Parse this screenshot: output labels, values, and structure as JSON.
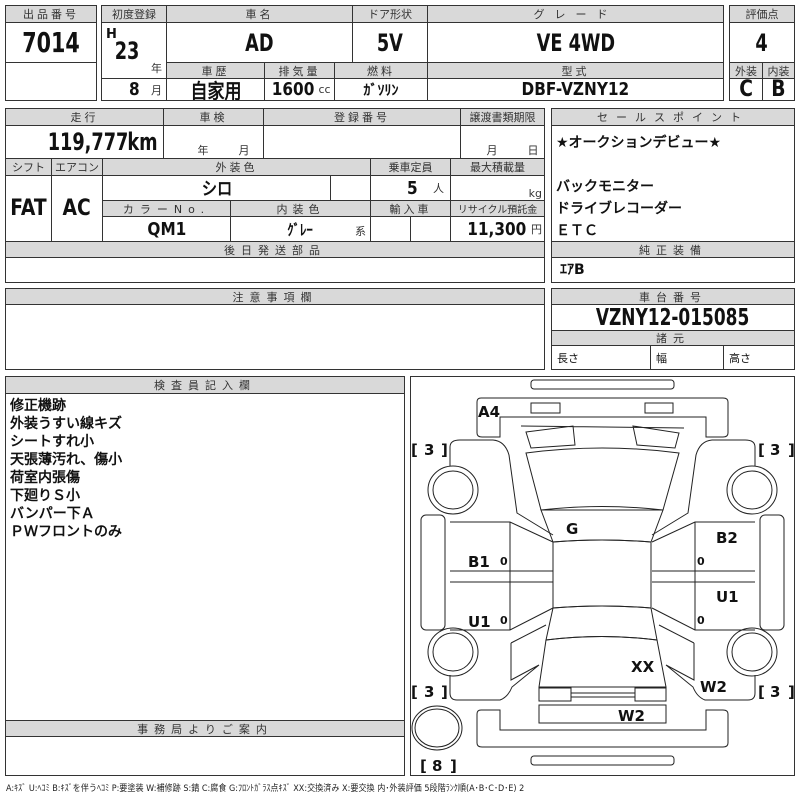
{
  "lot": {
    "label": "出品番号",
    "value": "7014"
  },
  "first_reg": {
    "label": "初度登録",
    "era": "H",
    "year": "23",
    "year_unit": "年",
    "month": "8",
    "month_unit": "月"
  },
  "car_name": {
    "label": "車名",
    "value": "AD"
  },
  "door": {
    "label": "ドア形状",
    "value": "5V"
  },
  "grade": {
    "label": "グレード",
    "value": "VE 4WD"
  },
  "score": {
    "label": "評価点",
    "value": "4",
    "ext_label": "外装",
    "ext": "C",
    "int_label": "内装",
    "int": "B"
  },
  "history": {
    "label": "車歴",
    "value": "自家用"
  },
  "displacement": {
    "label": "排気量",
    "value": "1600",
    "unit": "cc"
  },
  "fuel": {
    "label": "燃料",
    "value": "ｶﾞｿﾘﾝ"
  },
  "model": {
    "label": "型式",
    "value": "DBF-VZNY12"
  },
  "mileage": {
    "label": "走行",
    "value": "119,777",
    "unit": "km"
  },
  "inspection": {
    "label": "車検",
    "year_unit": "年",
    "month_unit": "月"
  },
  "registration": {
    "label": "登録番号"
  },
  "transfer": {
    "label": "譲渡書類期限",
    "month_unit": "月",
    "day_unit": "日"
  },
  "shift": {
    "label": "シフト",
    "value": "FAT"
  },
  "ac": {
    "label": "エアコン",
    "value": "AC"
  },
  "ext_color": {
    "label": "外装色",
    "value": "シロ"
  },
  "capacity": {
    "label": "乗車定員",
    "value": "5",
    "unit": "人"
  },
  "max_load": {
    "label": "最大積載量",
    "unit": "kg"
  },
  "color_no": {
    "label": "カラーNo.",
    "value": "QM1"
  },
  "int_color": {
    "label": "内装色",
    "value": "ｸﾞﾚｰ",
    "suffix": "系"
  },
  "import": {
    "label": "輸入車"
  },
  "recycle": {
    "label": "リサイクル預託金",
    "value": "11,300",
    "unit": "円"
  },
  "later_parts": {
    "label": "後日発送部品"
  },
  "sales_points": {
    "label": "セールスポイント",
    "lines": [
      "★オークションデビュー★",
      "",
      "バックモニター",
      "ドライブレコーダー",
      "ＥＴＣ"
    ]
  },
  "genuine_equipment": {
    "label": "純正装備",
    "value": "ｴｱB"
  },
  "caution": {
    "label": "注意事項欄"
  },
  "chassis": {
    "label": "車台番号",
    "value": "VZNY12-015085",
    "specs_label": "諸元",
    "length": "長さ",
    "width": "幅",
    "height": "高さ"
  },
  "inspector": {
    "label": "検査員記入欄",
    "lines": [
      "修正機跡",
      "外装うすい線キズ",
      "シートすれ小",
      "天張薄汚れ、傷小",
      "荷室内張傷",
      "下廻りＳ小",
      "バンパー下Ａ",
      "ＰＷフロントのみ"
    ]
  },
  "office": {
    "label": "事務局よりご案内"
  },
  "diagram": {
    "marks": {
      "front_bumper": "A4",
      "windshield": "G",
      "left_front_door": "B1",
      "left_rear_door": "U1",
      "right_front_door": "B2",
      "right_rear_door": "U1",
      "back_door": "XX",
      "right_rear_fender": "W2",
      "rear_panel": "W2"
    },
    "zero": "0",
    "tires": {
      "front_left": "3",
      "front_right": "3",
      "rear_left": "3",
      "rear_right": "3",
      "spare": "8"
    }
  },
  "legend": "A:ｷｽﾞ U:ﾍｺﾐ B:ｷｽﾞを伴うﾍｺﾐ P:要塗装 W:補修跡 S:錆 C:腐食 G:ﾌﾛﾝﾄｶﾞﾗｽ点ｷｽﾞ XX:交換済み X:要交換 内･外装評価 5段階ﾗﾝｸ順(A･B･C･D･E) 2"
}
